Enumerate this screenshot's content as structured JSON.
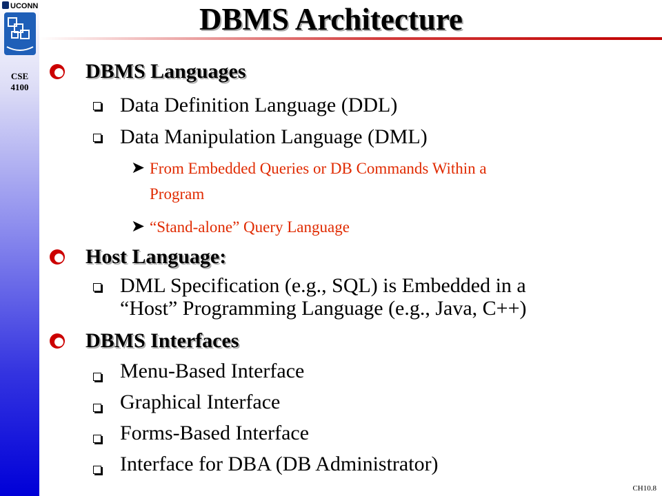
{
  "sidebar": {
    "uconn_label": "UCONN",
    "course": "CSE 4100"
  },
  "slide": {
    "title": "DBMS Architecture",
    "sections": [
      {
        "heading": "DBMS Languages",
        "items": [
          {
            "text": "Data Definition Language (DDL)"
          },
          {
            "text": "Data Manipulation Language (DML)",
            "subitems": [
              "From Embedded Queries or DB Commands Within a",
              "Program",
              "“Stand-alone” Query Language"
            ]
          }
        ]
      },
      {
        "heading": "Host Language:",
        "items": [
          {
            "text": "DML Specification (e.g., SQL) is Embedded in a",
            "continuation": "“Host” Programming Language (e.g., Java, C++)"
          }
        ]
      },
      {
        "heading": "DBMS Interfaces",
        "items": [
          {
            "text": "Menu-Based Interface"
          },
          {
            "text": "Graphical Interface"
          },
          {
            "text": "Forms-Based Interface"
          },
          {
            "text": "Interface for DBA (DB Administrator)"
          }
        ]
      }
    ],
    "footer": "CH10.8"
  },
  "colors": {
    "bullet_red": "#cc0000",
    "subitem_text": "#e02a00",
    "sidebar_blue": "#0000d8",
    "rule_red": "#c00000"
  }
}
